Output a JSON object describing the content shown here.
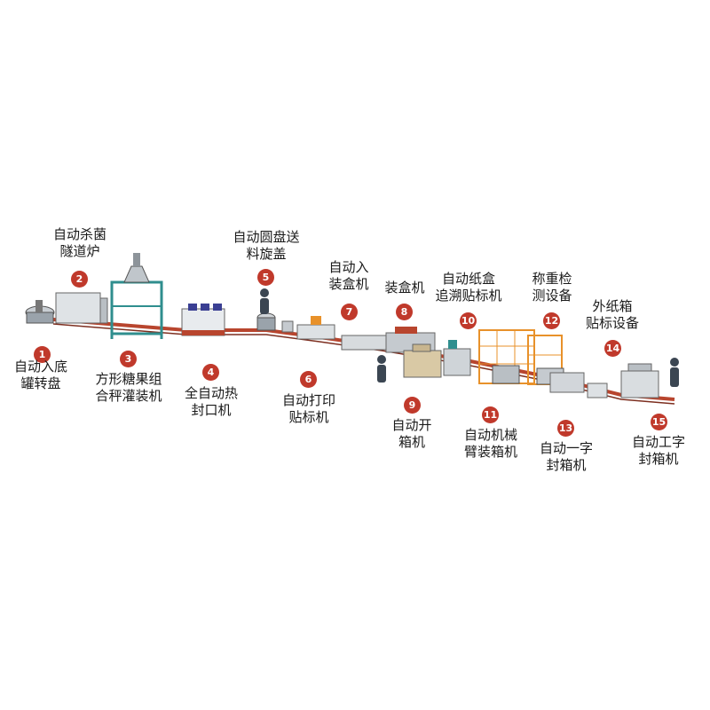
{
  "colors": {
    "badge": "#c0392b",
    "conveyor": "#b8452e",
    "machine": "#9aa3ab",
    "frame": "#2f8e8e",
    "guard": "#e8912a"
  },
  "stations": [
    {
      "num": "1",
      "lines": [
        "自动入底",
        "罐转盘"
      ]
    },
    {
      "num": "2",
      "lines": [
        "自动杀菌",
        "隧道炉"
      ]
    },
    {
      "num": "3",
      "lines": [
        "方形糖果组",
        "合秤灌装机"
      ]
    },
    {
      "num": "4",
      "lines": [
        "全自动热",
        "封口机"
      ]
    },
    {
      "num": "5",
      "lines": [
        "自动圆盘送",
        "料旋盖"
      ]
    },
    {
      "num": "6",
      "lines": [
        "自动打印",
        "贴标机"
      ]
    },
    {
      "num": "7",
      "lines": [
        "自动入",
        "装盒机"
      ]
    },
    {
      "num": "8",
      "lines": [
        "装盒机"
      ]
    },
    {
      "num": "9",
      "lines": [
        "自动开",
        "箱机"
      ]
    },
    {
      "num": "10",
      "lines": [
        "自动纸盒",
        "追溯贴标机"
      ]
    },
    {
      "num": "11",
      "lines": [
        "自动机械",
        "臂装箱机"
      ]
    },
    {
      "num": "12",
      "lines": [
        "称重检",
        "测设备"
      ]
    },
    {
      "num": "13",
      "lines": [
        "自动一字",
        "封箱机"
      ]
    },
    {
      "num": "14",
      "lines": [
        "外纸箱",
        "贴标设备"
      ]
    },
    {
      "num": "15",
      "lines": [
        "自动工字",
        "封箱机"
      ]
    }
  ]
}
